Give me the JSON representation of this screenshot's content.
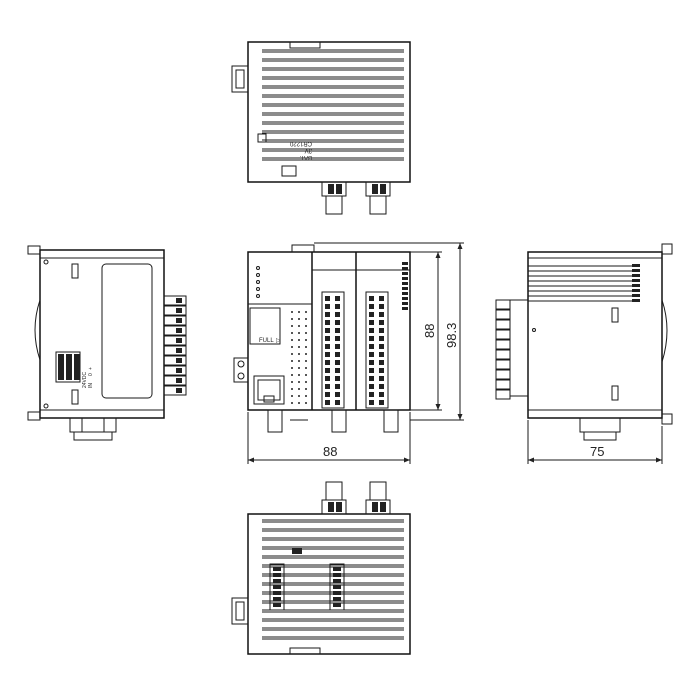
{
  "dimensions": {
    "front_width": "88",
    "front_height": "88",
    "overall_height": "98.3",
    "side_depth": "75"
  },
  "labels": {
    "full": "FULL",
    "full_arrow": "▷",
    "battery_lines": [
      "BAT.",
      "3V",
      "CR1220"
    ],
    "power_lines": [
      "24VDC",
      "IN",
      "0",
      "+"
    ]
  },
  "colors": {
    "line": "#1a1a1a",
    "background": "#ffffff"
  }
}
